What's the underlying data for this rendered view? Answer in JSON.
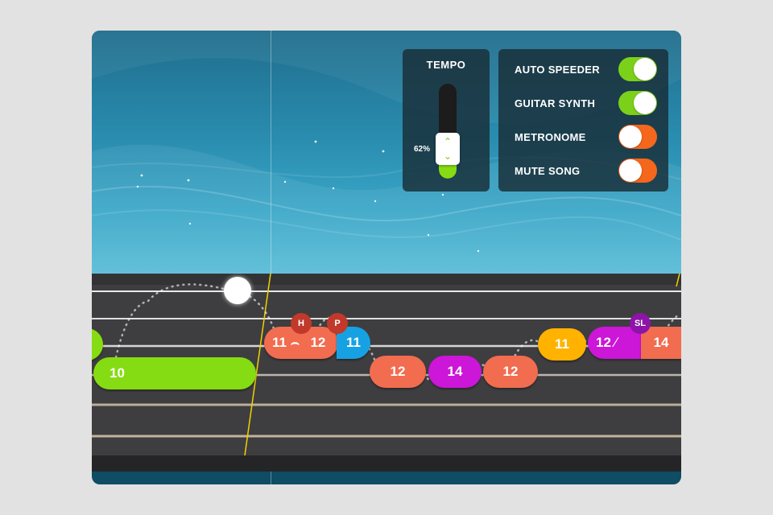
{
  "tempo": {
    "title": "TEMPO",
    "value_label": "62%",
    "value_percent": 62,
    "up_icon": "chevron-up-icon",
    "down_icon": "chevron-down-icon"
  },
  "toggles": [
    {
      "label": "AUTO SPEEDER",
      "state": "on"
    },
    {
      "label": "GUITAR SYNTH",
      "state": "on"
    },
    {
      "label": "METRONOME",
      "state": "off"
    },
    {
      "label": "MUTE SONG",
      "state": "off"
    }
  ],
  "notes": {
    "n10": "10",
    "h_from": "11",
    "h_to": "12",
    "p_to": "11",
    "n12a": "12",
    "n14a": "14",
    "n12b": "12",
    "n11_yellow": "11",
    "sl_from": "12",
    "sl_to": "14"
  },
  "badges": {
    "hammer": "H",
    "pull": "P",
    "slide": "SL"
  },
  "colors": {
    "green": "#86dc12",
    "orange": "#f26c4f",
    "blue": "#16a2e2",
    "magenta": "#cc16d8",
    "yellow": "#ffb300",
    "toggle_on": "#7bd11a",
    "toggle_off": "#f4671c"
  }
}
